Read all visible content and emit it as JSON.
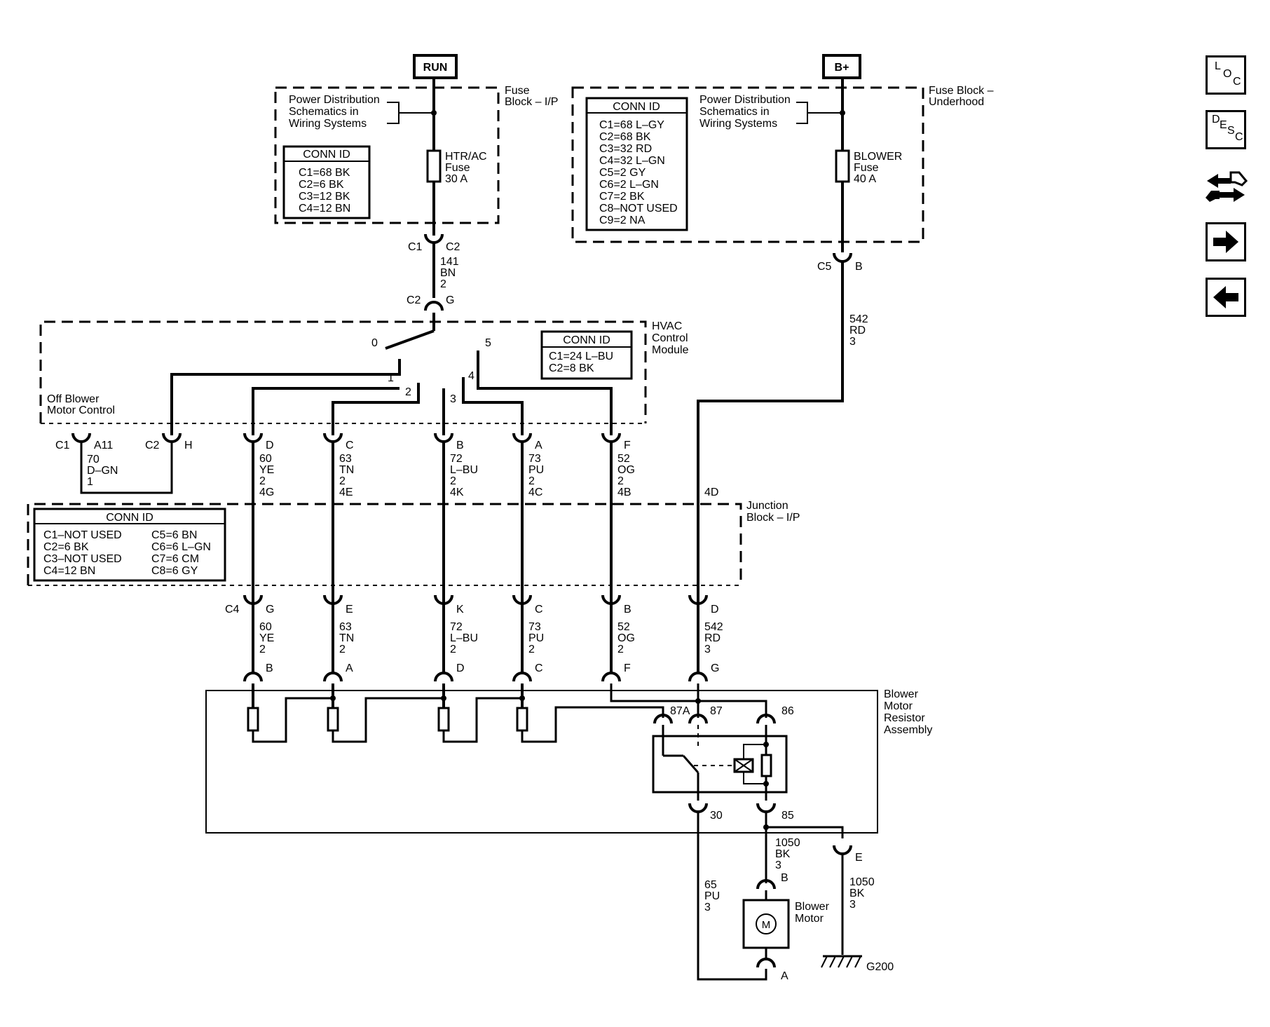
{
  "sources": {
    "run": "RUN",
    "bplus": "B+"
  },
  "fuse_block_ip": {
    "label1": "Fuse",
    "label2": "Block – I/P",
    "pd_line1": "Power Distribution",
    "pd_line2": "Schematics in",
    "pd_line3": "Wiring Systems",
    "conn_title": "CONN ID",
    "conn_items": [
      "C1=68 BK",
      "C2=6 BK",
      "C3=12 BK",
      "C4=12 BN"
    ],
    "fuse_name": "HTR/AC",
    "fuse_word": "Fuse",
    "fuse_rating": "30 A",
    "pin_c1": "C1",
    "pin_c2": "C2"
  },
  "fuse_block_uh": {
    "label1": "Fuse Block –",
    "label2": "Underhood",
    "pd_line1": "Power Distribution",
    "pd_line2": "Schematics in",
    "pd_line3": "Wiring Systems",
    "conn_title": "CONN ID",
    "conn_items": [
      "C1=68 L–GY",
      "C2=68 BK",
      "C3=32 RD",
      "C4=32 L–GN",
      "C5=2 GY",
      "C6=2 L–GN",
      "C7=2 BK",
      "C8–NOT USED",
      "C9=2 NA"
    ],
    "fuse_name": "BLOWER",
    "fuse_word": "Fuse",
    "fuse_rating": "40 A",
    "pin_conn": "C5",
    "pin": "B"
  },
  "wire_141": {
    "circuit": "141",
    "color": "BN",
    "size": "2"
  },
  "wire_542_top": {
    "circuit": "542",
    "color": "RD",
    "size": "3"
  },
  "hvac": {
    "conn_c2": "C2",
    "pin_g": "G",
    "label1": "HVAC",
    "label2": "Control",
    "label3": "Module",
    "off_label1": "Off Blower",
    "off_label2": "Motor Control",
    "conn_title": "CONN ID",
    "conn_items": [
      "C1=24 L–BU",
      "C2=8 BK"
    ],
    "positions": [
      "0",
      "1",
      "2",
      "3",
      "4",
      "5"
    ]
  },
  "hvac_pins": {
    "c1": "C1",
    "a11": "A11",
    "c2": "C2",
    "h": "H",
    "d": "D",
    "c": "C",
    "b": "B",
    "a": "A",
    "f": "F"
  },
  "wire_70": {
    "circuit": "70",
    "color": "D–GN",
    "size": "1"
  },
  "upper_wires": [
    {
      "circuit": "60",
      "color": "YE",
      "size": "2",
      "jb": "4G"
    },
    {
      "circuit": "63",
      "color": "TN",
      "size": "2",
      "jb": "4E"
    },
    {
      "circuit": "72",
      "color": "L–BU",
      "size": "2",
      "jb": "4K"
    },
    {
      "circuit": "73",
      "color": "PU",
      "size": "2",
      "jb": "4C"
    },
    {
      "circuit": "52",
      "color": "OG",
      "size": "2",
      "jb": "4B"
    }
  ],
  "jb_4d": "4D",
  "junction_block": {
    "label1": "Junction",
    "label2": "Block – I/P",
    "conn_title": "CONN ID",
    "conn_left": [
      "C1–NOT USED",
      "C2=6 BK",
      "C3–NOT USED",
      "C4=12 BN"
    ],
    "conn_right": [
      "C5=6 BN",
      "C6=6 L–GN",
      "C7=6 CM",
      "C8=6 GY"
    ]
  },
  "jb_c4_pins": {
    "conn": "C4",
    "g": "G",
    "e": "E",
    "k": "K",
    "c": "C",
    "b": "B",
    "d": "D"
  },
  "lower_wires": [
    {
      "circuit": "60",
      "color": "YE",
      "size": "2"
    },
    {
      "circuit": "63",
      "color": "TN",
      "size": "2"
    },
    {
      "circuit": "72",
      "color": "L–BU",
      "size": "2"
    },
    {
      "circuit": "73",
      "color": "PU",
      "size": "2"
    },
    {
      "circuit": "52",
      "color": "OG",
      "size": "2"
    },
    {
      "circuit": "542",
      "color": "RD",
      "size": "3"
    }
  ],
  "resistor_pins": [
    "B",
    "A",
    "D",
    "C",
    "F",
    "G"
  ],
  "resistor_assembly": {
    "label1": "Blower",
    "label2": "Motor",
    "label3": "Resistor",
    "label4": "Assembly",
    "relay_87a": "87A",
    "relay_87": "87",
    "relay_86": "86",
    "relay_30": "30",
    "relay_85": "85",
    "pin_e": "E"
  },
  "wire_65": {
    "circuit": "65",
    "color": "PU",
    "size": "3"
  },
  "wire_1050_a": {
    "circuit": "1050",
    "color": "BK",
    "size": "3"
  },
  "wire_1050_b": {
    "circuit": "1050",
    "color": "BK",
    "size": "3"
  },
  "blower_motor": {
    "label1": "Blower",
    "label2": "Motor",
    "symbol": "M",
    "pin_b": "B",
    "pin_a": "A"
  },
  "ground": "G200",
  "nav": {
    "loc": [
      "L",
      "O",
      "C"
    ],
    "desc": [
      "D",
      "E",
      "S",
      "C"
    ],
    "icons": [
      "connector-icon",
      "right-arrow-icon",
      "left-arrow-icon"
    ]
  }
}
